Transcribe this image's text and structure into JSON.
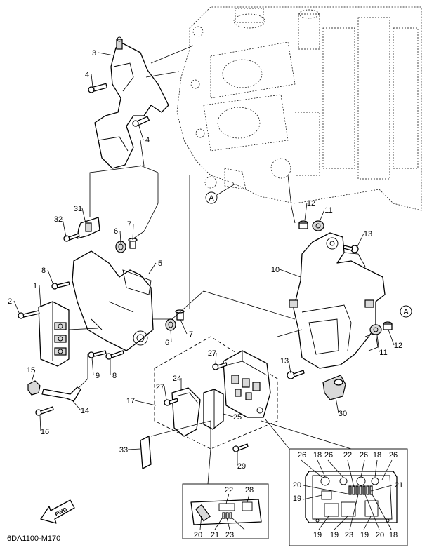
{
  "diagram": {
    "code": "6DA1100-M170",
    "fwd_label": "FWD",
    "ref_mark": "A",
    "callouts": [
      "3",
      "4",
      "4",
      "31",
      "32",
      "6",
      "7",
      "5",
      "8",
      "1",
      "2",
      "15",
      "14",
      "16",
      "9",
      "8",
      "6",
      "7",
      "12",
      "11",
      "13",
      "10",
      "A",
      "12",
      "11",
      "13",
      "30",
      "27",
      "24",
      "27",
      "17",
      "25",
      "33",
      "29",
      "26",
      "18",
      "26",
      "22",
      "26",
      "18",
      "26",
      "20",
      "21",
      "19",
      "19",
      "19",
      "23",
      "19",
      "20",
      "18",
      "22",
      "28",
      "20",
      "21",
      "23"
    ]
  }
}
